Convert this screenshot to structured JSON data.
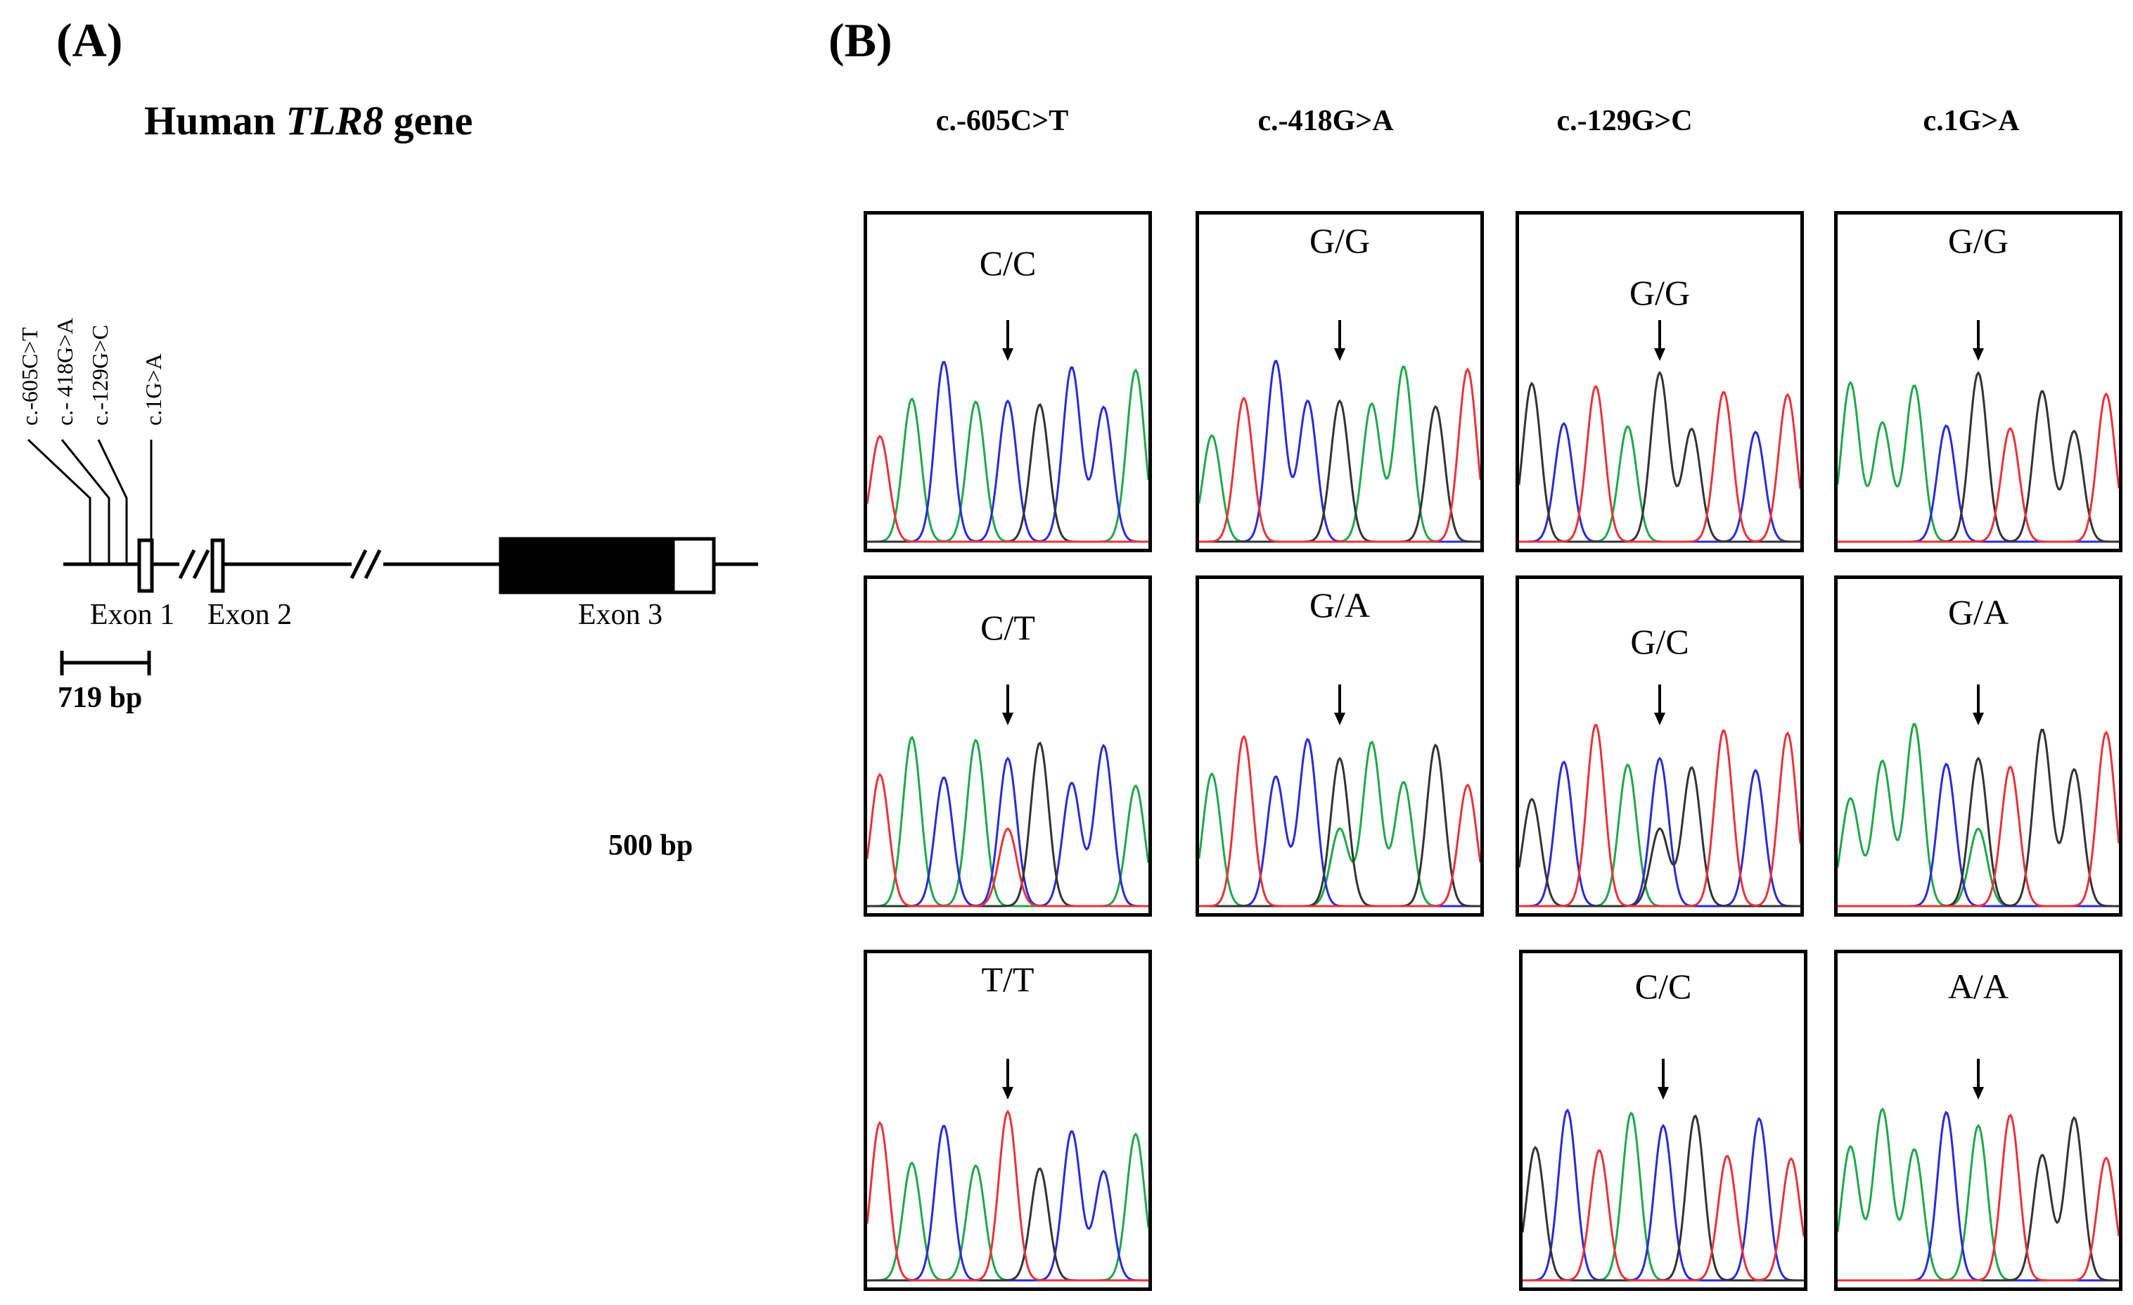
{
  "panel_a": {
    "label": "(A)",
    "title_prefix": "Human ",
    "title_gene": "TLR8",
    "title_suffix": " gene",
    "snp_labels": [
      "c.-605C>T",
      "c.- 418G>A",
      "c.-129G>C",
      "c.1G>A"
    ],
    "exon_labels": [
      "Exon 1",
      "Exon 2",
      "Exon 3"
    ],
    "scale_small": "719 bp",
    "scale_large": "500 bp"
  },
  "panel_b": {
    "label": "(B)",
    "columns": [
      "c.-605C>T",
      "c.-418G>A",
      "c.-129G>C",
      "c.1G>A"
    ],
    "genotypes": [
      [
        "C/C",
        "C/T",
        "T/T"
      ],
      [
        "G/G",
        "G/A"
      ],
      [
        "G/G",
        "G/C",
        "C/C"
      ],
      [
        "G/G",
        "G/A",
        "A/A"
      ]
    ]
  },
  "colors": {
    "A": "#1fa84a",
    "C": "#2b2bd6",
    "G": "#333333",
    "T": "#e8333a"
  }
}
